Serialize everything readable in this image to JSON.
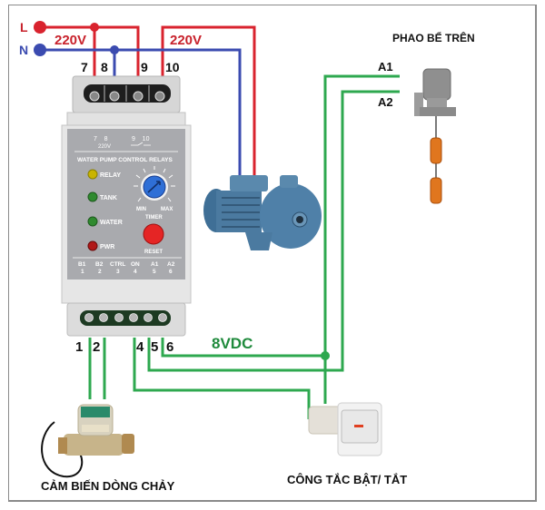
{
  "supply": {
    "line_label": "L",
    "neutral_label": "N",
    "voltage_left": "220V",
    "voltage_right": "220V"
  },
  "relay": {
    "top_terminals": [
      "7",
      "8",
      "9",
      "10"
    ],
    "panel_top_left": "7    8",
    "panel_top_left_sub": "220V",
    "panel_top_right": "9    10",
    "title": "WATER PUMP CONTROL RELAYS",
    "leds": [
      {
        "label": "RELAY",
        "color": "#c9b400"
      },
      {
        "label": "TANK",
        "color": "#2f8a2f"
      },
      {
        "label": "WATER",
        "color": "#2f8a2f"
      },
      {
        "label": "PWR",
        "color": "#b01818"
      }
    ],
    "knob_min": "MIN",
    "knob_max": "MAX",
    "knob_label": "TIMER",
    "reset_label": "RESET",
    "bottom_pins": [
      {
        "name": "B1",
        "num": "1"
      },
      {
        "name": "B2",
        "num": "2"
      },
      {
        "name": "CTRL",
        "num": "3"
      },
      {
        "name": "ON",
        "num": "4"
      },
      {
        "name": "A1",
        "num": "5"
      },
      {
        "name": "A2",
        "num": "6"
      }
    ],
    "bottom_terminals": [
      "1",
      "2",
      "4",
      "5",
      "6"
    ]
  },
  "dc_label": "8VDC",
  "float_switch": {
    "title": "PHAO BỂ TRÊN",
    "a1": "A1",
    "a2": "A2"
  },
  "flow_sensor": {
    "caption": "CẢM BIẾN DÒNG CHẢY"
  },
  "toggle_switch": {
    "caption": "CÔNG TẮC BẬT/ TẮT"
  },
  "colors": {
    "live": "#d9232e",
    "neutral": "#3b4bb0",
    "signal": "#2ea84f",
    "dc_text": "#1f8a3c",
    "live_text": "#c8222c",
    "neutral_text": "#3b4bb0"
  }
}
